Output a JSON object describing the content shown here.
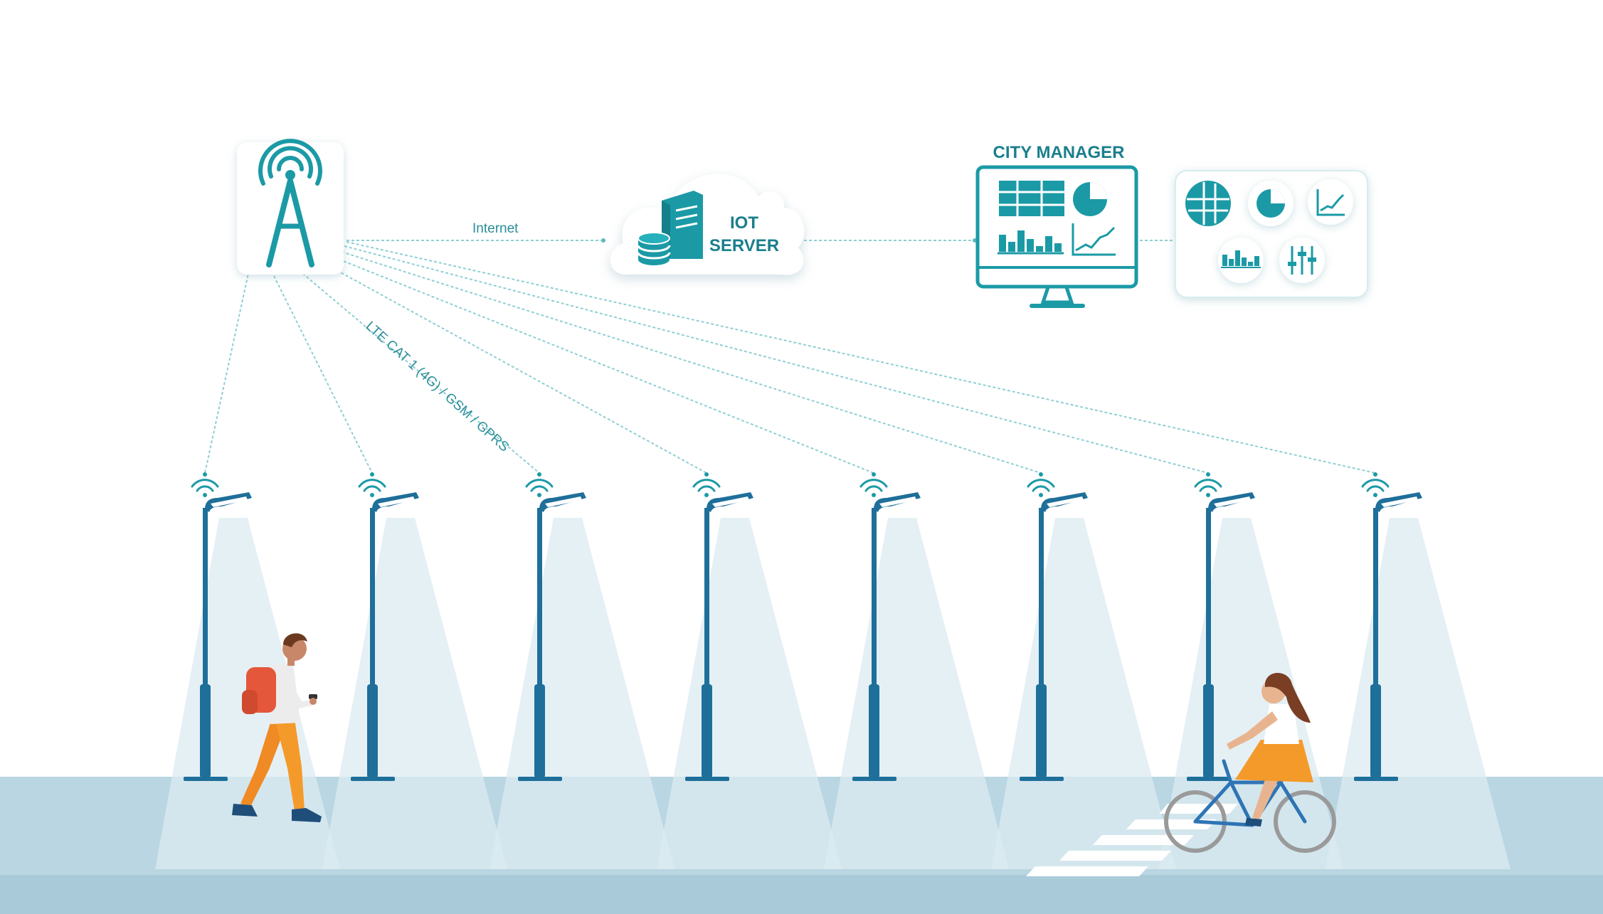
{
  "labels": {
    "internet": "Internet",
    "iot_line1": "IOT",
    "iot_line2": "SERVER",
    "city_manager": "CITY MANAGER",
    "lte": "LTE CAT 1 (4G) / GSM / GPRS"
  },
  "colors": {
    "teal": "#1b9aa6",
    "teal_dark": "#1a7f8c",
    "pole": "#1e6f9a",
    "ground": "#b9d6e2",
    "ground_dark": "#a9cbd9",
    "beam": "#dcebf1",
    "link": "#8fcfd3"
  },
  "icons": {
    "tower": "cell-tower-icon",
    "server": "server-database-icon",
    "monitor": "dashboard-monitor-icon",
    "wifi": "wifi-icon"
  },
  "streetlights": [
    {
      "name": "streetlight-1"
    },
    {
      "name": "streetlight-2"
    },
    {
      "name": "streetlight-3"
    },
    {
      "name": "streetlight-4"
    },
    {
      "name": "streetlight-5"
    },
    {
      "name": "streetlight-6"
    },
    {
      "name": "streetlight-7"
    },
    {
      "name": "streetlight-8"
    }
  ],
  "dashboard_icons": [
    {
      "name": "map-grid-icon"
    },
    {
      "name": "pie-chart-icon"
    },
    {
      "name": "line-chart-icon"
    },
    {
      "name": "bar-chart-icon"
    },
    {
      "name": "sliders-icon"
    }
  ]
}
